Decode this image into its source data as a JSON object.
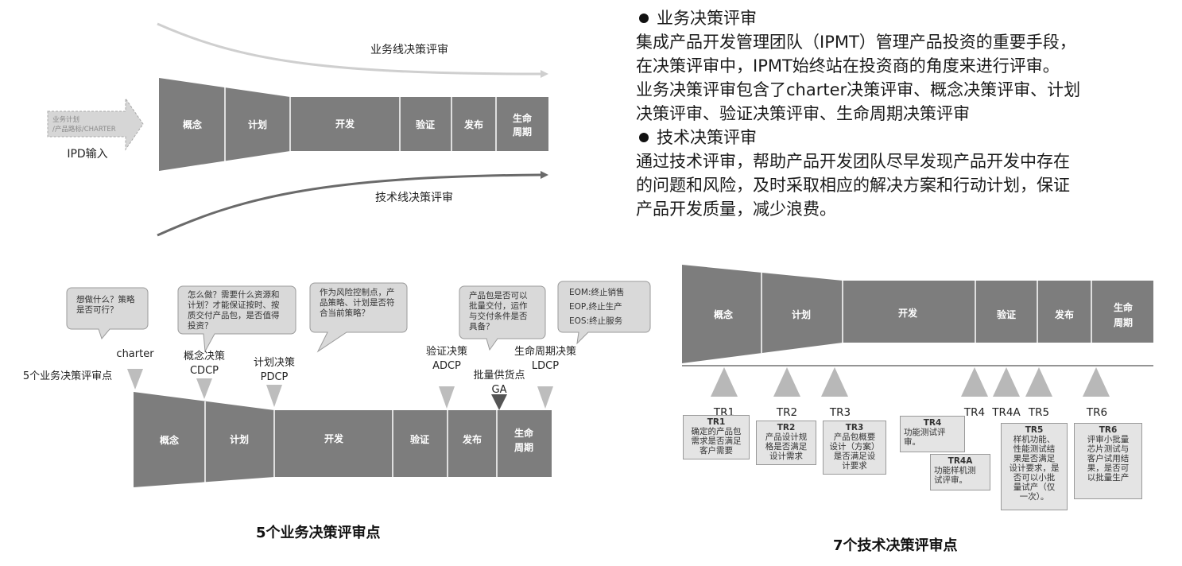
{
  "top_left": {
    "input_arrow_lines": [
      "业务计划",
      "/产品路标/CHARTER"
    ],
    "input_label": "IPD输入",
    "business_line_label": "业务线决策评审",
    "tech_line_label": "技术线决策评审",
    "phases": [
      "概念",
      "计划",
      "开发",
      "验证",
      "发布",
      "生命",
      "周期"
    ]
  },
  "right_text": {
    "heading1": "业务决策评审",
    "para1": [
      "集成产品开发管理团队（IPMT）管理产品投资的重要手段，",
      "在决策评审中，IPMT始终站在投资商的角度来进行评审。",
      "业务决策评审包含了charter决策评审、概念决策评审、计划",
      "决策评审、验证决策评审、生命周期决策评审"
    ],
    "heading2": "技术决策评审",
    "para2": [
      "通过技术评审，帮助产品开发团队尽早发现产品开发中存在",
      "的问题和风险，及时采取相应的解决方案和行动计划，保证",
      "产品开发质量，减少浪费。"
    ]
  },
  "bottom_left": {
    "caption": "5个业务决策评审点",
    "side_label": "5个业务决策评审点",
    "bubbles": [
      [
        "想做什么？策略",
        "是否可行？"
      ],
      [
        "怎么做？需要什么资源和",
        "计划？才能保证按时、按",
        "质交付产品包，是否值得",
        "投资？"
      ],
      [
        "作为风险控制点，产",
        "品策略、计划是否符",
        "合当前策略？"
      ],
      [
        "产品包是否可以",
        "批量交付，运作",
        "与交付条件是否",
        "具备？"
      ],
      [
        "EOM:终止销售",
        "EOP,终止生产",
        "EOS:终止服务"
      ]
    ],
    "points": [
      {
        "lines": [
          "charter"
        ]
      },
      {
        "lines": [
          "概念决策",
          "CDCP"
        ]
      },
      {
        "lines": [
          "计划决策",
          "PDCP"
        ]
      },
      {
        "lines": [
          "验证决策",
          "ADCP"
        ]
      },
      {
        "lines": [
          "批量供货点",
          "GA"
        ]
      },
      {
        "lines": [
          "生命周期决策",
          "LDCP"
        ]
      }
    ],
    "phases": [
      "概念",
      "计划",
      "开发",
      "验证",
      "发布",
      "生命",
      "周期"
    ]
  },
  "bottom_right": {
    "caption": "7个技术决策评审点",
    "phases": [
      "概念",
      "计划",
      "开发",
      "验证",
      "发布",
      "生命",
      "周期"
    ],
    "tr_labels": [
      "TR1",
      "TR2",
      "TR3",
      "TR4",
      "TR4A",
      "TR5",
      "TR6"
    ],
    "boxes": [
      {
        "title": "TR1",
        "lines": [
          "确定的产品包",
          "需求是否满足",
          "客户需要"
        ]
      },
      {
        "title": "TR2",
        "lines": [
          "产品设计规",
          "格是否满足",
          "设计需求"
        ]
      },
      {
        "title": "TR3",
        "lines": [
          "产品包概要",
          "设计（方案）",
          "是否满足设",
          "计要求"
        ]
      },
      {
        "title": "TR4",
        "lines": [
          "功能测试评",
          "审。"
        ]
      },
      {
        "title": "TR4A",
        "lines": [
          "功能样机测",
          "试评审。"
        ]
      },
      {
        "title": "TR5",
        "lines": [
          "样机功能、",
          "性能测试结",
          "果是否满足",
          "设计要求，是",
          "否可以小批",
          "量试产（仅",
          "一次）。"
        ]
      },
      {
        "title": "TR6",
        "lines": [
          "评审小批量",
          "芯片测试与",
          "客户试用结",
          "果，是否可",
          "以批量生产"
        ]
      }
    ]
  }
}
